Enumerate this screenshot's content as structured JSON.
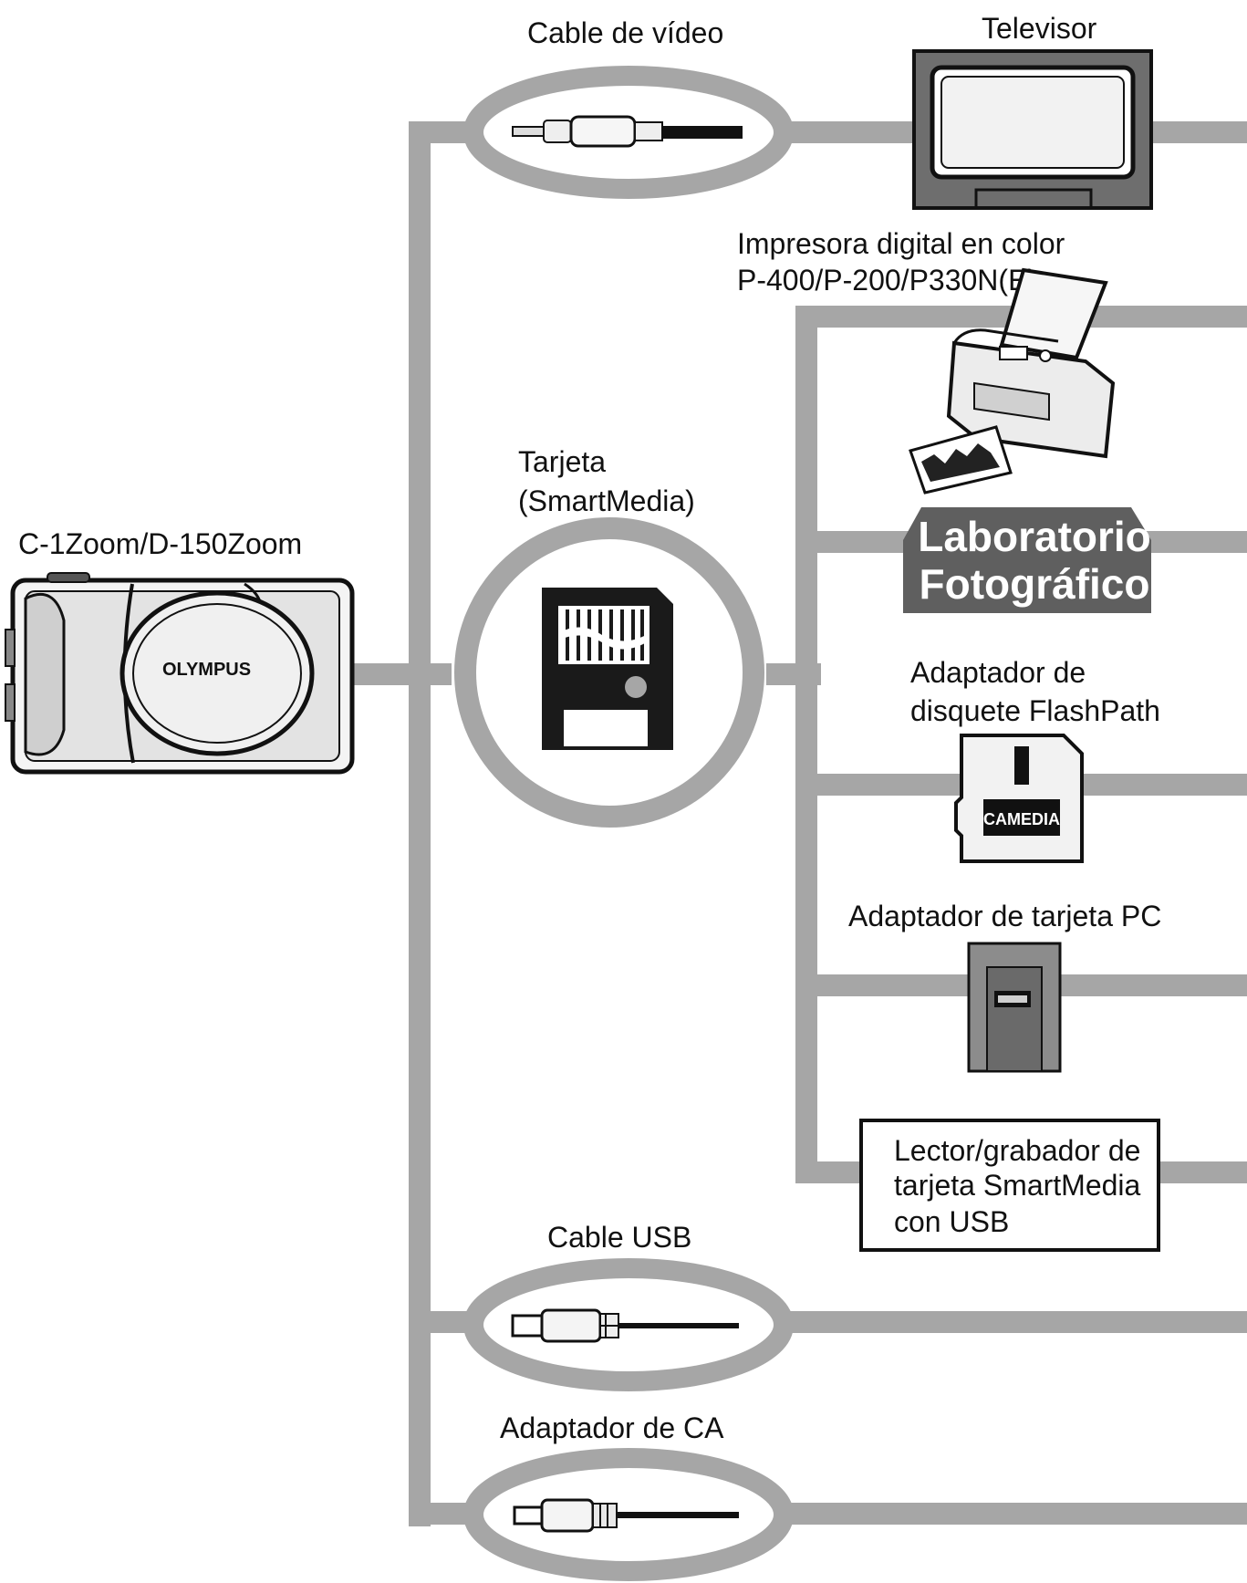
{
  "labels": {
    "camera": "C-1Zoom/D-150Zoom",
    "brand": "OLYMPUS",
    "video_cable": "Cable de vídeo",
    "tv": "Televisor",
    "printer_line1": "Impresora digital en color",
    "printer_line2": "P-400/P-200/P330N(E)",
    "card_line1": "Tarjeta",
    "card_line2": "(SmartMedia)",
    "lab_line1": "Laboratorio",
    "lab_line2": "Fotográfico",
    "flashpath_line1": "Adaptador de",
    "flashpath_line2": "disquete FlashPath",
    "flashpath_brand": "CAMEDIA",
    "pccard": "Adaptador de tarjeta PC",
    "reader_line1": "Lector/grabador de",
    "reader_line2": "tarjeta SmartMedia",
    "reader_line3": "con USB",
    "usb_cable": "Cable USB",
    "ac_adapter": "Adaptador de CA"
  },
  "colors": {
    "line": "#a6a6a6",
    "dark": "#111111",
    "lab_box": "#5f5f5f",
    "card": "#1a1a1a"
  }
}
